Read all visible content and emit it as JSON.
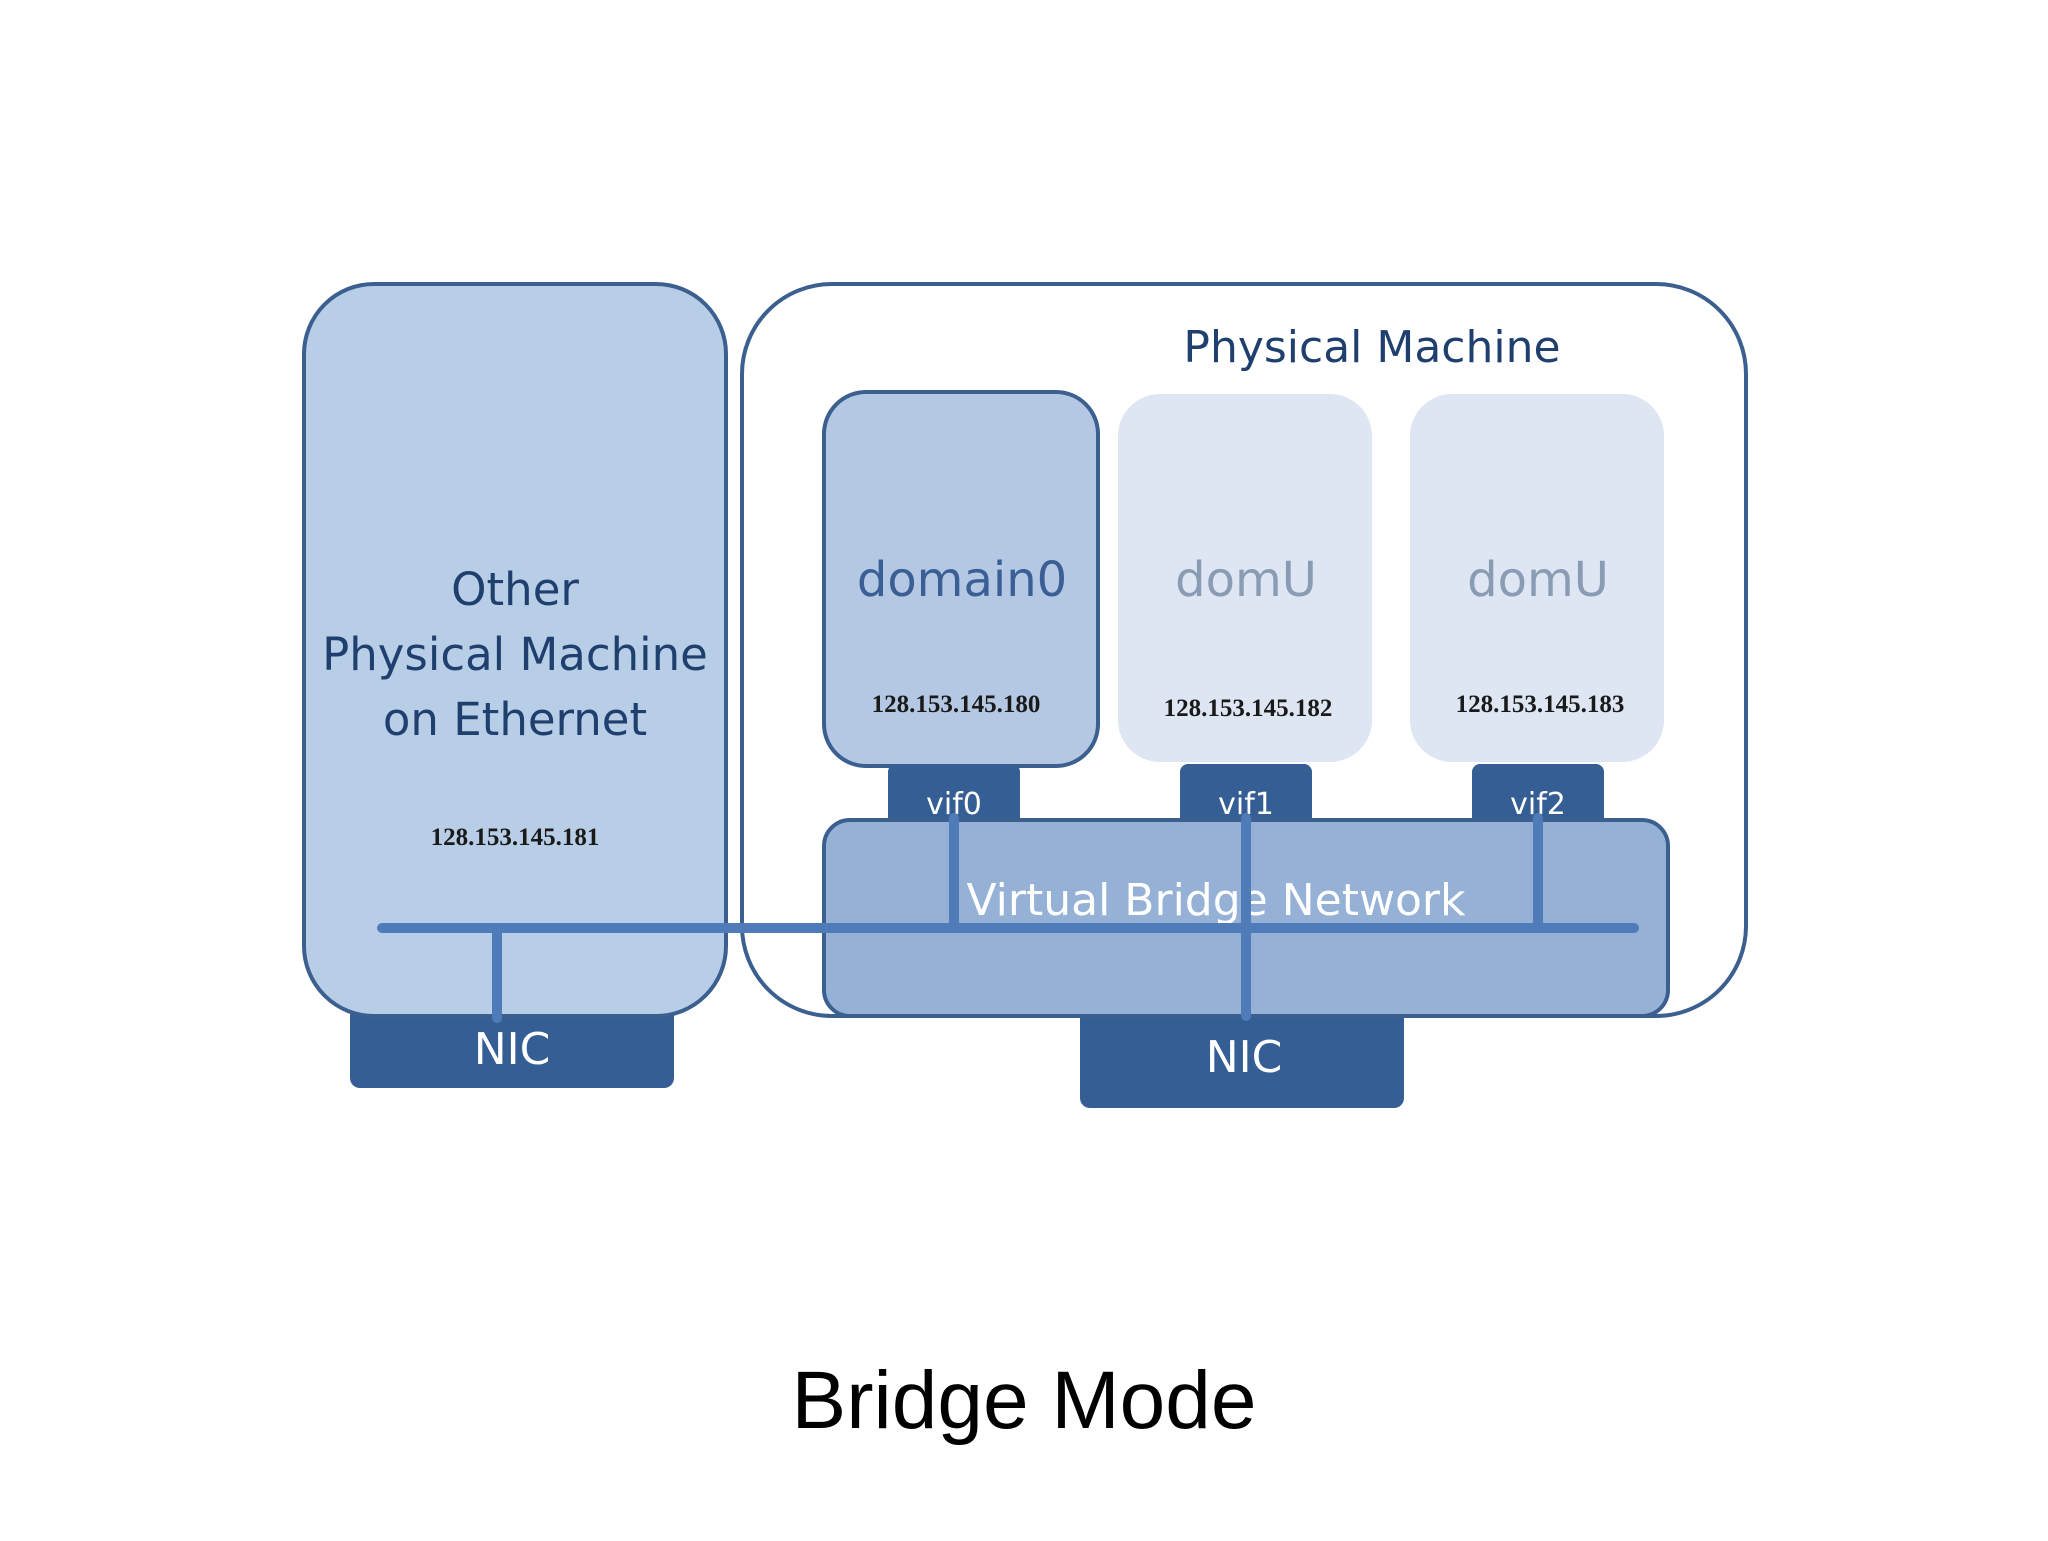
{
  "colors": {
    "border": "#3b5f8f",
    "other_machine_fill": "#b8cde6",
    "domain0_fill": "#b4c8e3",
    "domu_fill": "#dde6f2",
    "bridge_fill": "#96b1d6",
    "nic_fill": "#355e94",
    "vif_fill": "#355e94",
    "wire": "#4f7cb8",
    "text_dark": "#1f3f6e",
    "text_domain0": "#3a5f95",
    "text_domu": "#8a9bb4",
    "text_ip": "#1a1a1a",
    "text_light": "#ffffff",
    "caption": "#000000"
  },
  "other_machine": {
    "title_line1": "Other",
    "title_line2": "Physical Machine",
    "title_line3": "on Ethernet",
    "ip": "128.153.145.181",
    "nic_label": "NIC"
  },
  "physical_machine": {
    "title": "Physical Machine",
    "domains": [
      {
        "name": "domain0",
        "ip": "128.153.145.180",
        "vif": "vif0"
      },
      {
        "name": "domU",
        "ip": "128.153.145.182",
        "vif": "vif1"
      },
      {
        "name": "domU",
        "ip": "128.153.145.183",
        "vif": "vif2"
      }
    ],
    "bridge_label": "Virtual Bridge Network",
    "nic_label": "NIC"
  },
  "caption": "Bridge Mode"
}
